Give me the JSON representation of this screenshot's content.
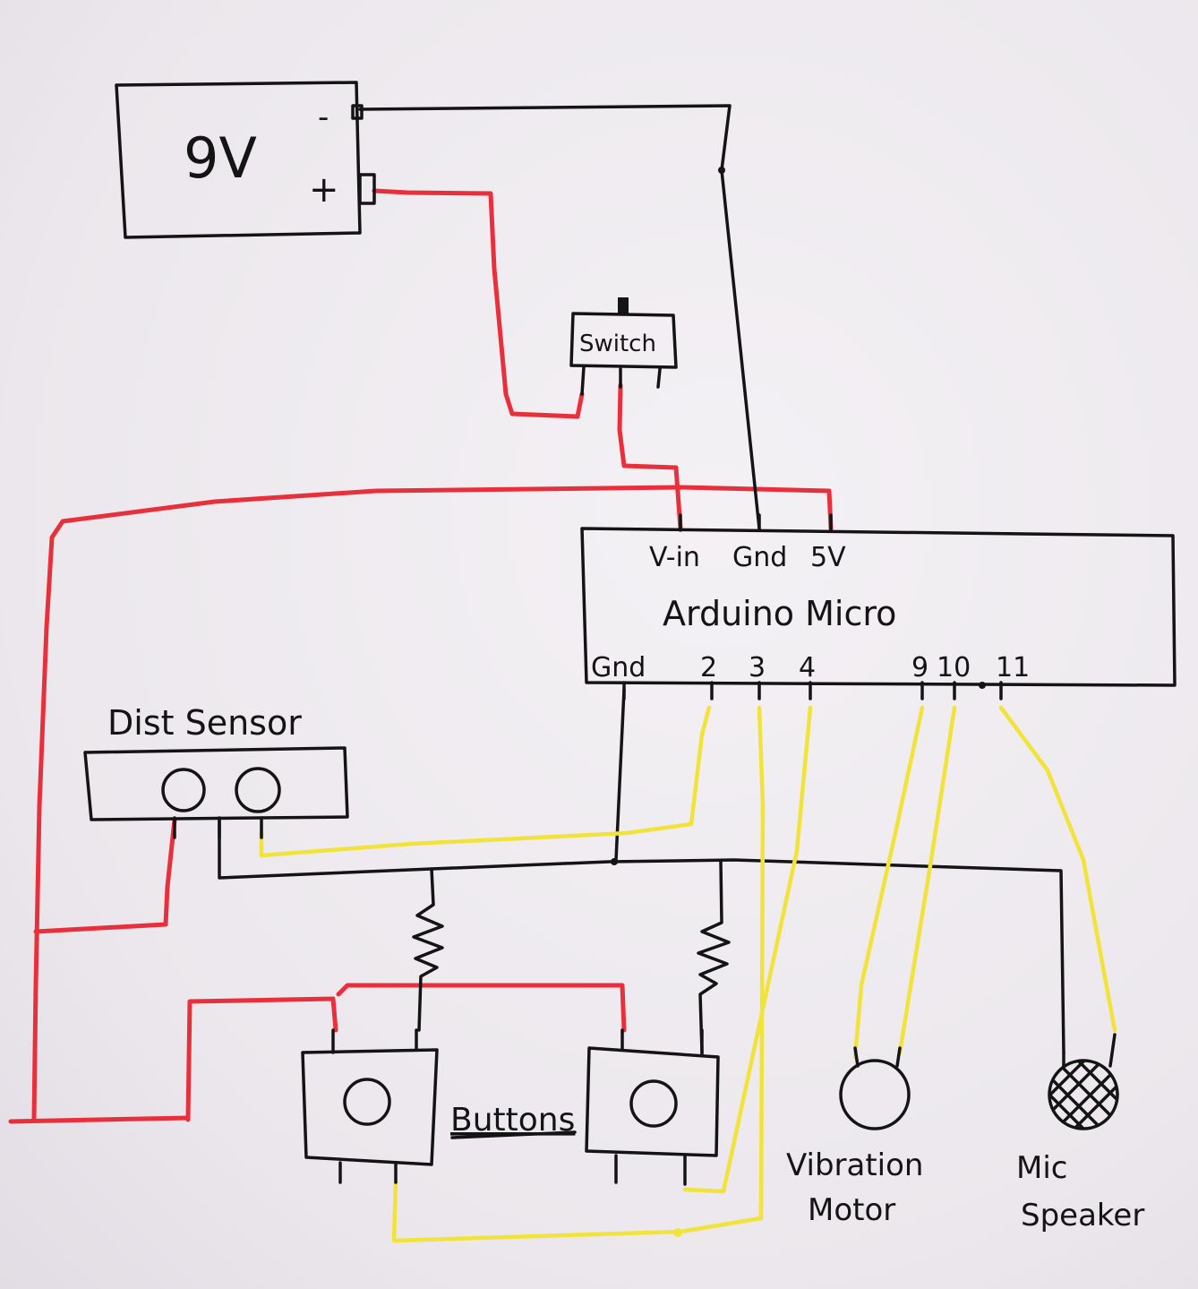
{
  "battery": {
    "label": "9V",
    "minus_label": "-",
    "plus_label": "+"
  },
  "switch": {
    "label": "Switch"
  },
  "arduino": {
    "label": "Arduino Micro",
    "top_pins": [
      "V-in",
      "Gnd",
      "5V"
    ],
    "bottom_pins": [
      "Gnd",
      "2",
      "3",
      "4",
      "9",
      "10",
      "11"
    ]
  },
  "dist_sensor": {
    "label": "Dist Sensor"
  },
  "buttons": {
    "label": "Buttons"
  },
  "vibration_motor": {
    "label_line1": "Vibration",
    "label_line2": "Motor"
  },
  "mic_speaker": {
    "label_line1": "Mic",
    "label_line2": "Speaker"
  },
  "colors": {
    "ink": "#141414",
    "power_wire": "#e8303c",
    "signal_wire": "#f2e33a",
    "paper": "#eeeaef"
  }
}
